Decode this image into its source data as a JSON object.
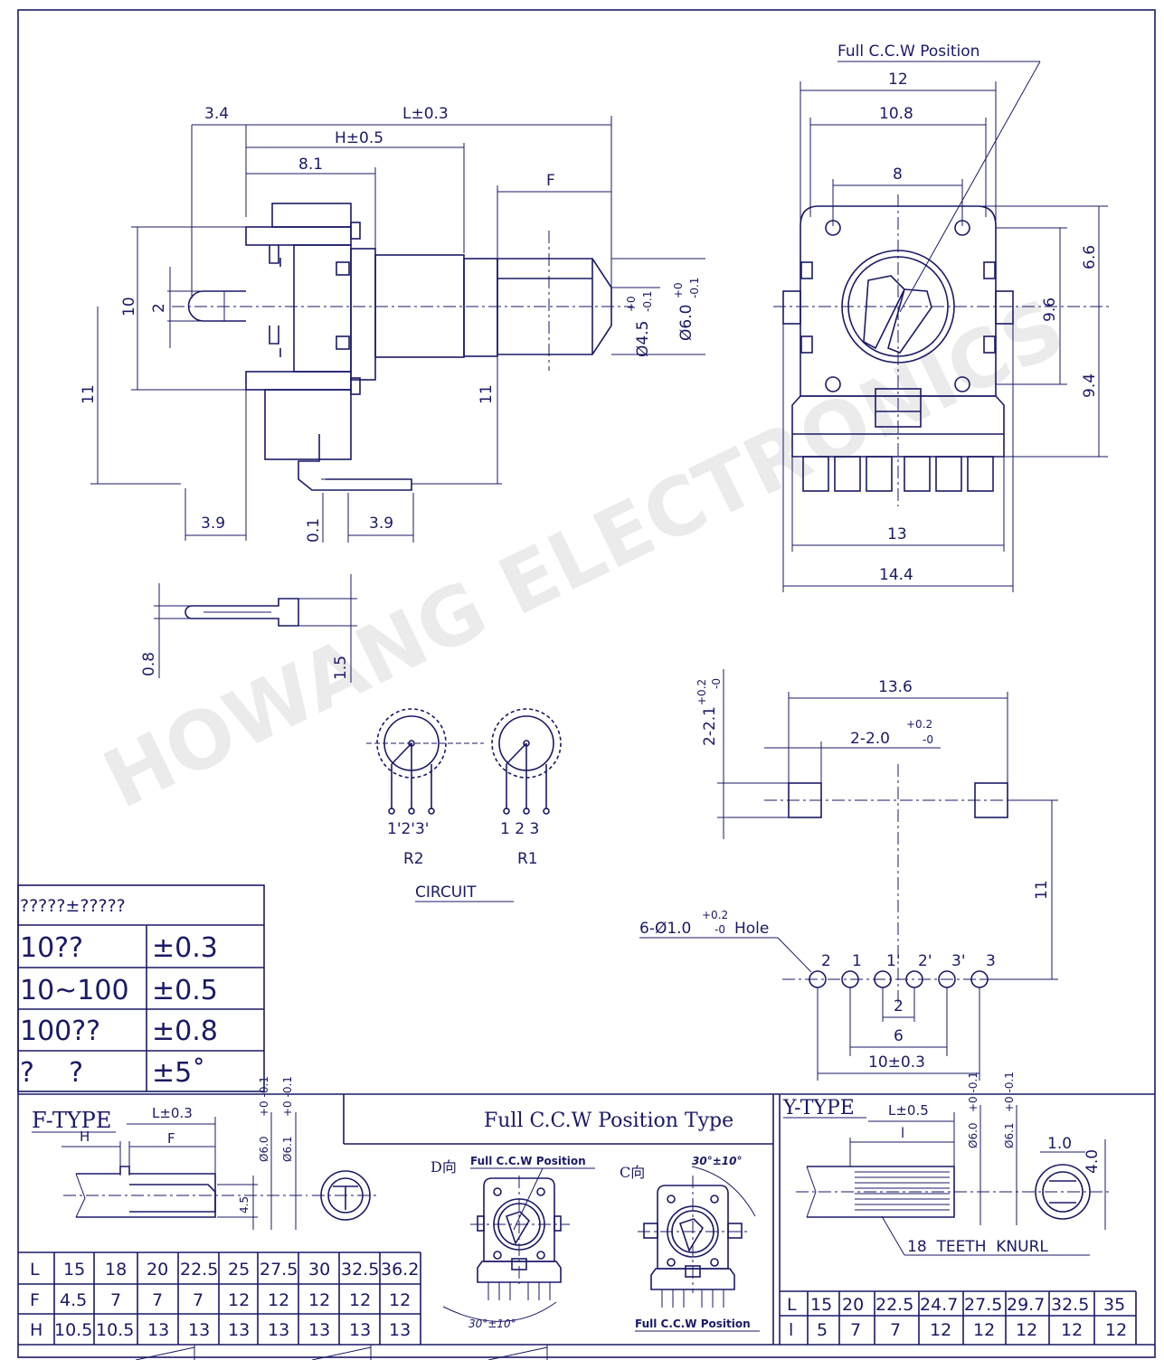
{
  "colors": {
    "ink": "#1a1a66",
    "paper": "#ffffff"
  },
  "watermark": "HOWANG ELECTRONICS",
  "side_view": {
    "dims": {
      "d34": "3.4",
      "L": "L±0.3",
      "H": "H±0.5",
      "d81": "8.1",
      "F": "F",
      "d10": "10",
      "d2": "2",
      "d11_left": "11",
      "d11_mid": "11",
      "d39_left": "3.9",
      "d01": "0.1",
      "d39_right": "3.9",
      "phi45": "Ø4.5",
      "phi45_tol_up": "+0",
      "phi45_tol_dn": "-0.1",
      "phi60": "Ø6.0",
      "phi60_tol_up": "+0",
      "phi60_tol_dn": "-0.1"
    }
  },
  "pin_detail": {
    "d08": "0.8",
    "d15": "1.5"
  },
  "front_view": {
    "callout": "Full C.C.W Position",
    "dims": {
      "d12": "12",
      "d108": "10.8",
      "d8": "8",
      "d66": "6.6",
      "d96": "9.6",
      "d94": "9.4",
      "d13": "13",
      "d144": "14.4"
    }
  },
  "circuit": {
    "title": "CIRCUIT",
    "r2": {
      "label": "R2",
      "pins": "1'2'3'"
    },
    "r1": {
      "label": "R1",
      "pins": "1 2 3"
    }
  },
  "pcb_layout": {
    "dims": {
      "d136": "13.6",
      "slot_w": "2-2.0",
      "slot_w_tol": "+0.2",
      "slot_w_tol2": "-0",
      "slot_h": "2-2.1",
      "slot_h_tol": "+0.2",
      "slot_h_tol2": "-0",
      "d11": "11",
      "hole": "6-Ø1.0",
      "hole_tol": "+0.2",
      "hole_tol2": "-0",
      "hole_word": "Hole",
      "d2": "2",
      "d6": "6",
      "d10": "10±0.3"
    },
    "pins": [
      "2",
      "1",
      "1'",
      "2'",
      "3'",
      "3"
    ]
  },
  "tolerance_table": {
    "header": "?????±?????",
    "rows": [
      {
        "range": "10??",
        "tol": "±0.3"
      },
      {
        "range": "10~100",
        "tol": "±0.5"
      },
      {
        "range": "100??",
        "tol": "±0.8"
      },
      {
        "range": "?    ?",
        "tol": "±5˚"
      }
    ]
  },
  "f_type": {
    "title": "F-TYPE",
    "labels": {
      "L": "L±0.3",
      "H": "H",
      "F": "F",
      "phi60": "Ø6.0",
      "phi60_tol": "+0 -0.1",
      "phi61": "Ø6.1",
      "phi61_tol": "+0 -0.1",
      "d45": "4.5"
    },
    "table": {
      "row_labels": [
        "L",
        "F",
        "H"
      ],
      "L": [
        "15",
        "18",
        "20",
        "22.5",
        "25",
        "27.5",
        "30",
        "32.5",
        "36.2"
      ],
      "F": [
        "4.5",
        "7",
        "7",
        "7",
        "12",
        "12",
        "12",
        "12",
        "12"
      ],
      "H": [
        "10.5",
        "10.5",
        "13",
        "13",
        "13",
        "13",
        "13",
        "13",
        "13"
      ]
    }
  },
  "ccw_type": {
    "title": "Full C.C.W Position Type",
    "d_label": "D向",
    "c_label": "C向",
    "d_callout": "Full C.C.W Position",
    "d_angle": "30°±10°",
    "c_angle": "30°±10°",
    "c_callout": "Full C.C.W Position"
  },
  "y_type": {
    "title": "Y-TYPE",
    "labels": {
      "L": "L±0.5",
      "l": "l",
      "phi60": "Ø6.0",
      "phi60_tol": "+0 -0.1",
      "phi61": "Ø6.1",
      "phi61_tol": "+0 -0.1",
      "d10": "1.0",
      "d40": "4.0",
      "knurl": "18  TEETH  KNURL"
    },
    "table": {
      "row_labels": [
        "L",
        "l"
      ],
      "L": [
        "15",
        "20",
        "22.5",
        "24.7",
        "27.5",
        "29.7",
        "32.5",
        "35"
      ],
      "l": [
        "5",
        "7",
        "7",
        "12",
        "12",
        "12",
        "12",
        "12"
      ]
    }
  }
}
